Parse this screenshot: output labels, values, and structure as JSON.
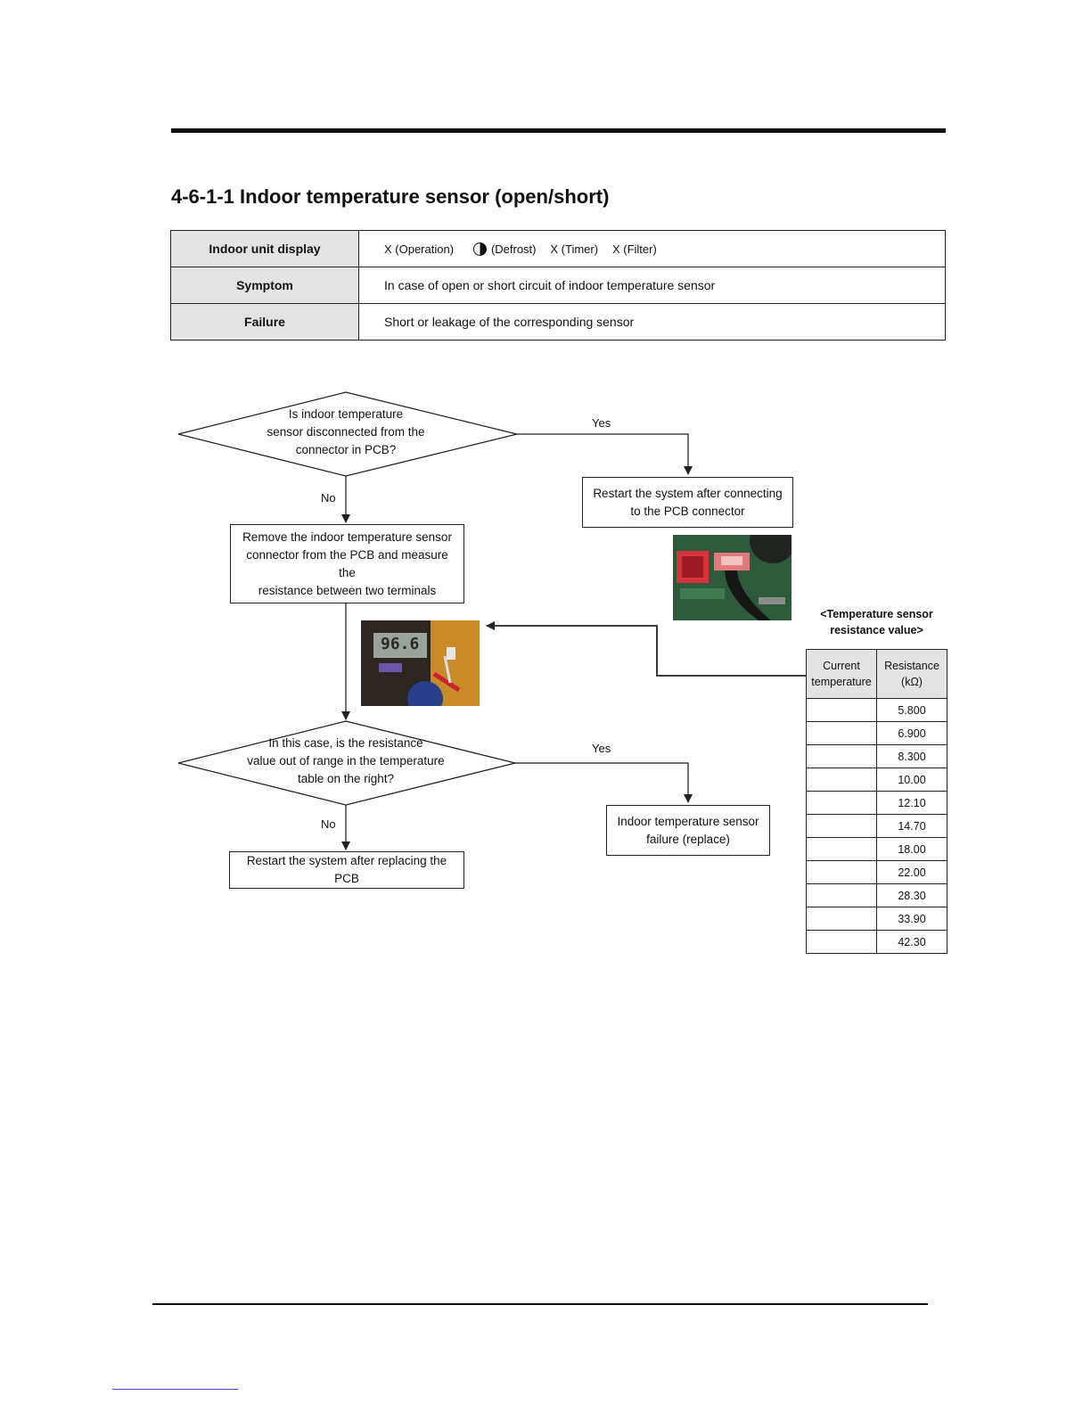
{
  "section_title": "4-6-1-1 Indoor temperature sensor (open/short)",
  "info_table": {
    "display_label": "Indoor unit display",
    "display_items": {
      "operation": "X (Operation)",
      "defrost": "(Defrost)",
      "timer": "X (Timer)",
      "filter": "X (Filter)"
    },
    "symptom_label": "Symptom",
    "symptom_value": "In case of open or short circuit of indoor temperature sensor",
    "failure_label": "Failure",
    "failure_value": "Short or leakage of the corresponding sensor"
  },
  "flow": {
    "decision1": [
      "Is indoor temperature",
      "sensor disconnected from the",
      "connector in PCB?"
    ],
    "yes1": "Yes",
    "no1": "No",
    "restart_connect": [
      "Restart the system after connecting",
      "to the PCB connector"
    ],
    "remove_measure": [
      "Remove the indoor temperature sensor",
      "connector from the PCB and measure the",
      "resistance between two terminals"
    ],
    "decision2": [
      "In this case, is the resistance",
      "value out of range in the temperature",
      "table on the right?"
    ],
    "yes2": "Yes",
    "no2": "No",
    "sensor_failure": [
      "Indoor temperature sensor",
      "failure (replace)"
    ],
    "restart_pcb": "Restart the system after replacing the PCB",
    "meter_display": "96.6"
  },
  "resistance_table": {
    "title": [
      "<Temperature sensor",
      "resistance value>"
    ],
    "header_temp": [
      "Current",
      "temperature"
    ],
    "header_res": [
      "Resistance",
      "(kΩ)"
    ],
    "rows": [
      {
        "temp": "",
        "res": "5.800"
      },
      {
        "temp": "",
        "res": "6.900"
      },
      {
        "temp": "",
        "res": "8.300"
      },
      {
        "temp": "",
        "res": "10.00"
      },
      {
        "temp": "",
        "res": "12.10"
      },
      {
        "temp": "",
        "res": "14.70"
      },
      {
        "temp": "",
        "res": "18.00"
      },
      {
        "temp": "",
        "res": "22.00"
      },
      {
        "temp": "",
        "res": "28.30"
      },
      {
        "temp": "",
        "res": "33.90"
      },
      {
        "temp": "",
        "res": "42.30"
      }
    ]
  },
  "colors": {
    "header_fill": "#e3e3e3",
    "line": "#222222",
    "pcb_green": "#2c5a3a",
    "connector_red": "#d8333a"
  }
}
